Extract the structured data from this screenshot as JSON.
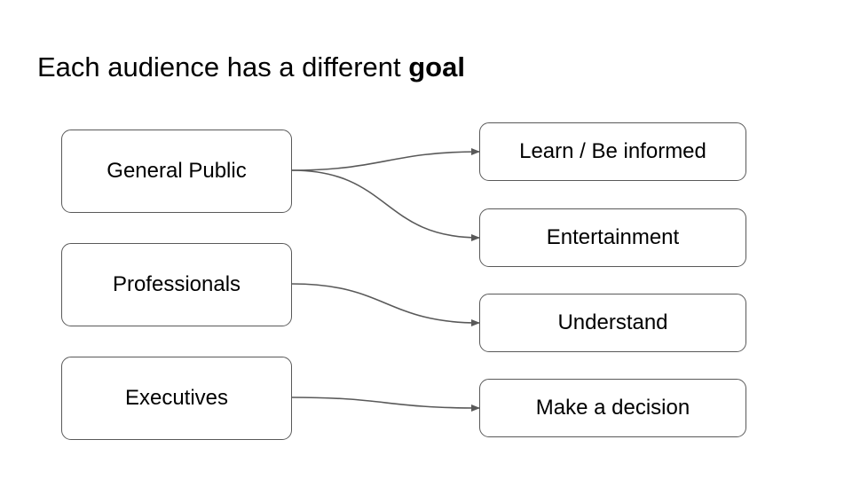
{
  "slide": {
    "title_prefix": "Each audience has a different ",
    "title_emphasis": "goal"
  },
  "audiences": [
    {
      "label": "General Public"
    },
    {
      "label": "Professionals"
    },
    {
      "label": "Executives"
    }
  ],
  "goals": [
    {
      "label": "Learn / Be informed"
    },
    {
      "label": "Entertainment"
    },
    {
      "label": "Understand"
    },
    {
      "label": "Make a decision"
    }
  ],
  "connections": [
    {
      "from": "General Public",
      "to": "Learn / Be informed"
    },
    {
      "from": "General Public",
      "to": "Entertainment"
    },
    {
      "from": "Professionals",
      "to": "Understand"
    },
    {
      "from": "Executives",
      "to": "Make a decision"
    }
  ],
  "colors": {
    "border": "#595959",
    "connector": "#595959",
    "text": "#000000",
    "background": "#ffffff"
  }
}
